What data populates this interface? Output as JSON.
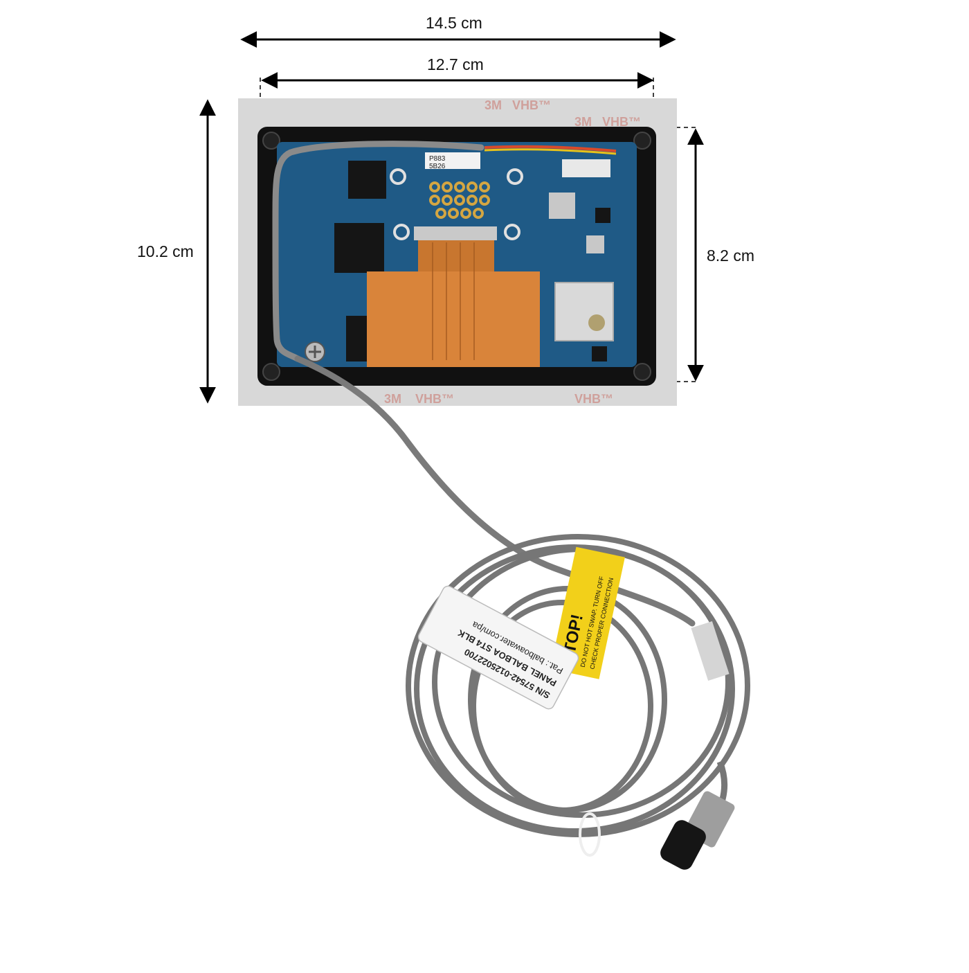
{
  "dimensions": {
    "outer_width": "14.5 cm",
    "inner_width": "12.7 cm",
    "outer_height": "10.2 cm",
    "inner_height": "8.2 cm"
  },
  "tape": {
    "brand": "3M",
    "product": "VHB™"
  },
  "pcb": {
    "sticker_line1": "P883",
    "sticker_line2": "5B26"
  },
  "label_tag": {
    "line1": "S/N 57542-0125022700",
    "line2": "PANEL BALBOA ST4 BLK",
    "line3": "Pat.: balboawater.com/pa"
  },
  "warning_tag": {
    "headline": "STOP!",
    "line1": "DO NOT HOT SWAP. TURN OFF",
    "line2": "CHECK PROPER CONNECTION"
  },
  "colors": {
    "pcb": "#1f5a86",
    "flex_cable": "#d9843a",
    "tape_liner": "#d8d8d8",
    "tape_print": "#c0392b",
    "cable": "#7a7a7a",
    "warning_tag": "#f2d01a",
    "frame": "#111111"
  }
}
